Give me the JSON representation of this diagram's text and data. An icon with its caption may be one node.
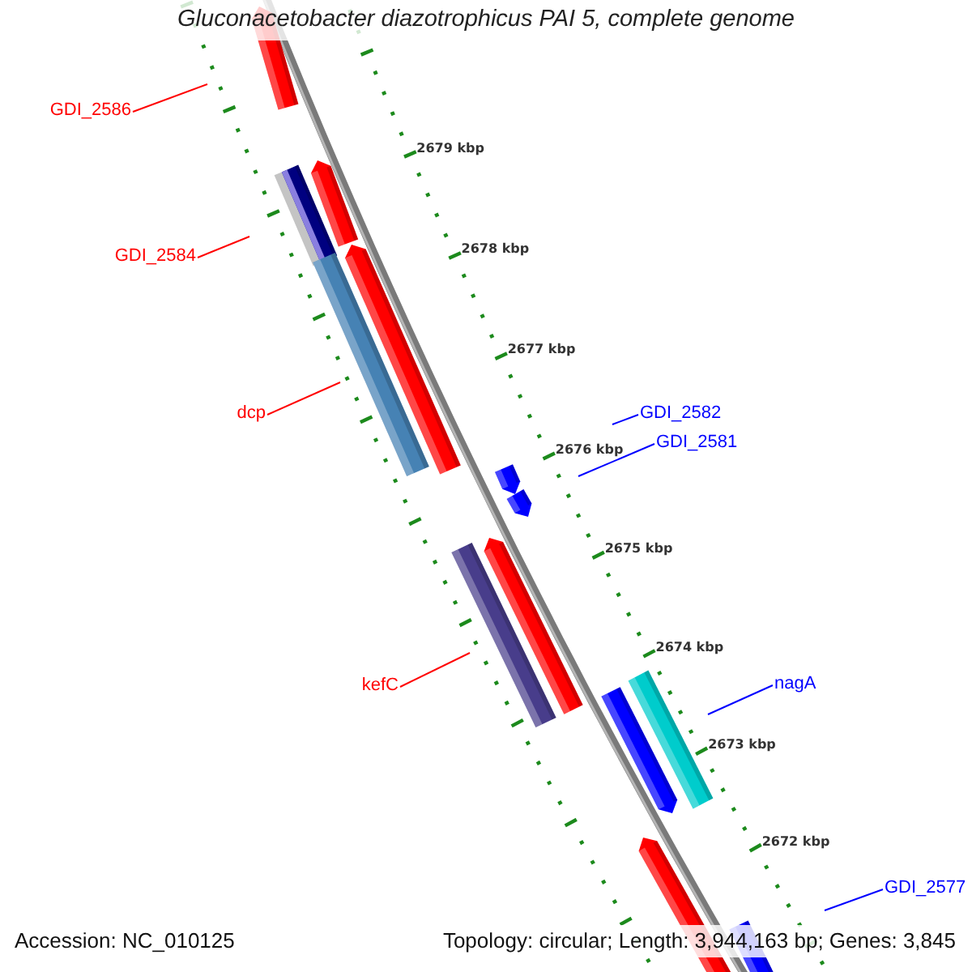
{
  "diagram": {
    "title": "Gluconacetobacter diazotrophicus PAI 5, complete genome",
    "nodes": [
      {
        "text": [
          "GDI_2586"
        ]
      },
      {
        "text": [
          "GDI_2584"
        ]
      },
      {
        "text": [
          "dcp"
        ]
      },
      {
        "text": [
          "GDI_2582"
        ]
      },
      {
        "text": [
          "GDI_2581"
        ]
      },
      {
        "text": [
          "kefC"
        ]
      },
      {
        "text": [
          "nagA"
        ]
      },
      {
        "text": [
          "GDI_2577"
        ]
      }
    ],
    "edges": [
      {
        "from": 0,
        "to": null,
        "arrow": "none"
      },
      {
        "from": 1,
        "to": null,
        "arrow": "none"
      },
      {
        "from": 2,
        "to": null,
        "arrow": "none"
      },
      {
        "from": 3,
        "to": null,
        "arrow": "none",
        "color": "#0000ff"
      },
      {
        "from": 4,
        "to": null,
        "arrow": "none",
        "color": "#0000ff"
      },
      {
        "from": 5,
        "to": null,
        "arrow": "none"
      },
      {
        "from": 6,
        "to": null,
        "arrow": "none",
        "color": "#0000ff"
      },
      {
        "from": 7,
        "to": null,
        "arrow": "none",
        "color": "#0000ff"
      }
    ],
    "labels": [
      "2679 kbp",
      "2678 kbp",
      "2677 kbp",
      "2676 kbp",
      "2675 kbp",
      "2674 kbp",
      "2673 kbp",
      "2672 kbp",
      "Accession: NC_010125",
      "Topology: circular; Length: 3,944,163 bp; Genes: 3,845"
    ]
  }
}
